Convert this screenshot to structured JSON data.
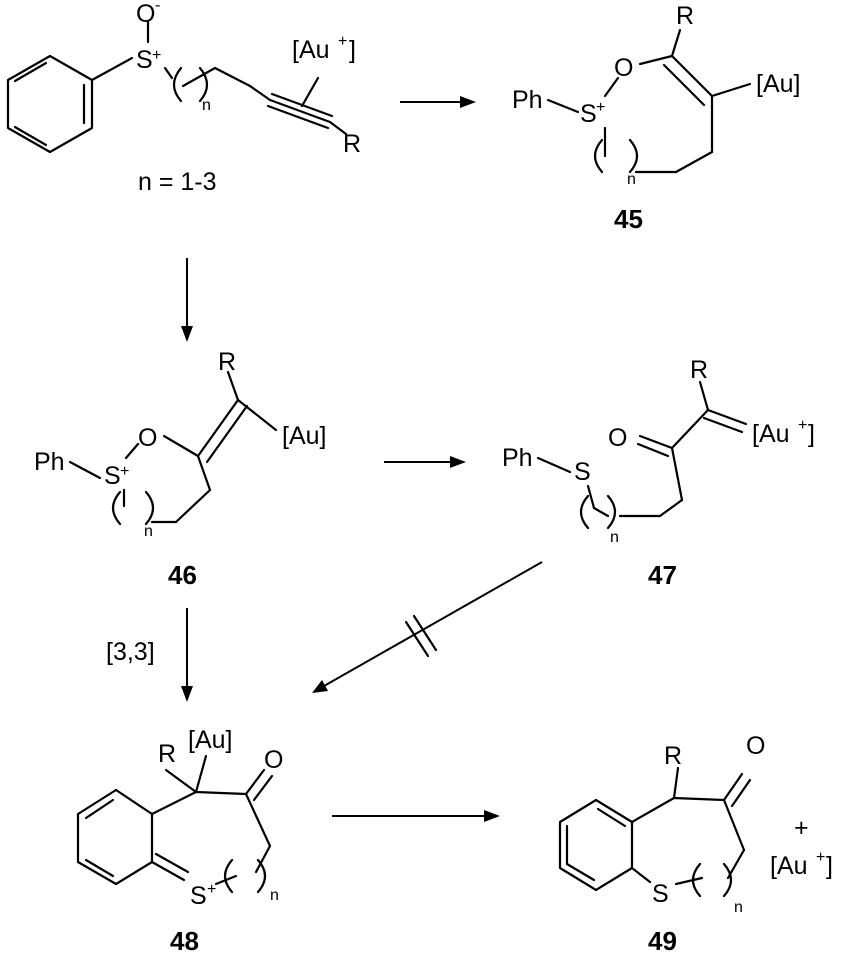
{
  "atoms": {
    "o_minus": "O",
    "s_plus": "S",
    "au_cation": "[Au",
    "r": "R",
    "n": "n",
    "o": "O",
    "ph": "Ph",
    "au": "[Au]",
    "s": "S"
  },
  "charges": {
    "plus": "+",
    "minus": "-"
  },
  "conditions": {
    "n_range": "n = 1-3",
    "sigmatropic": "[3,3]"
  },
  "compounds": {
    "c45": "45",
    "c46": "46",
    "c47": "47",
    "c48": "48",
    "c49": "49"
  },
  "byproduct": {
    "plus": "+",
    "cation": "[Au"
  },
  "colors": {
    "ink": "#000000",
    "background": "#ffffff"
  }
}
